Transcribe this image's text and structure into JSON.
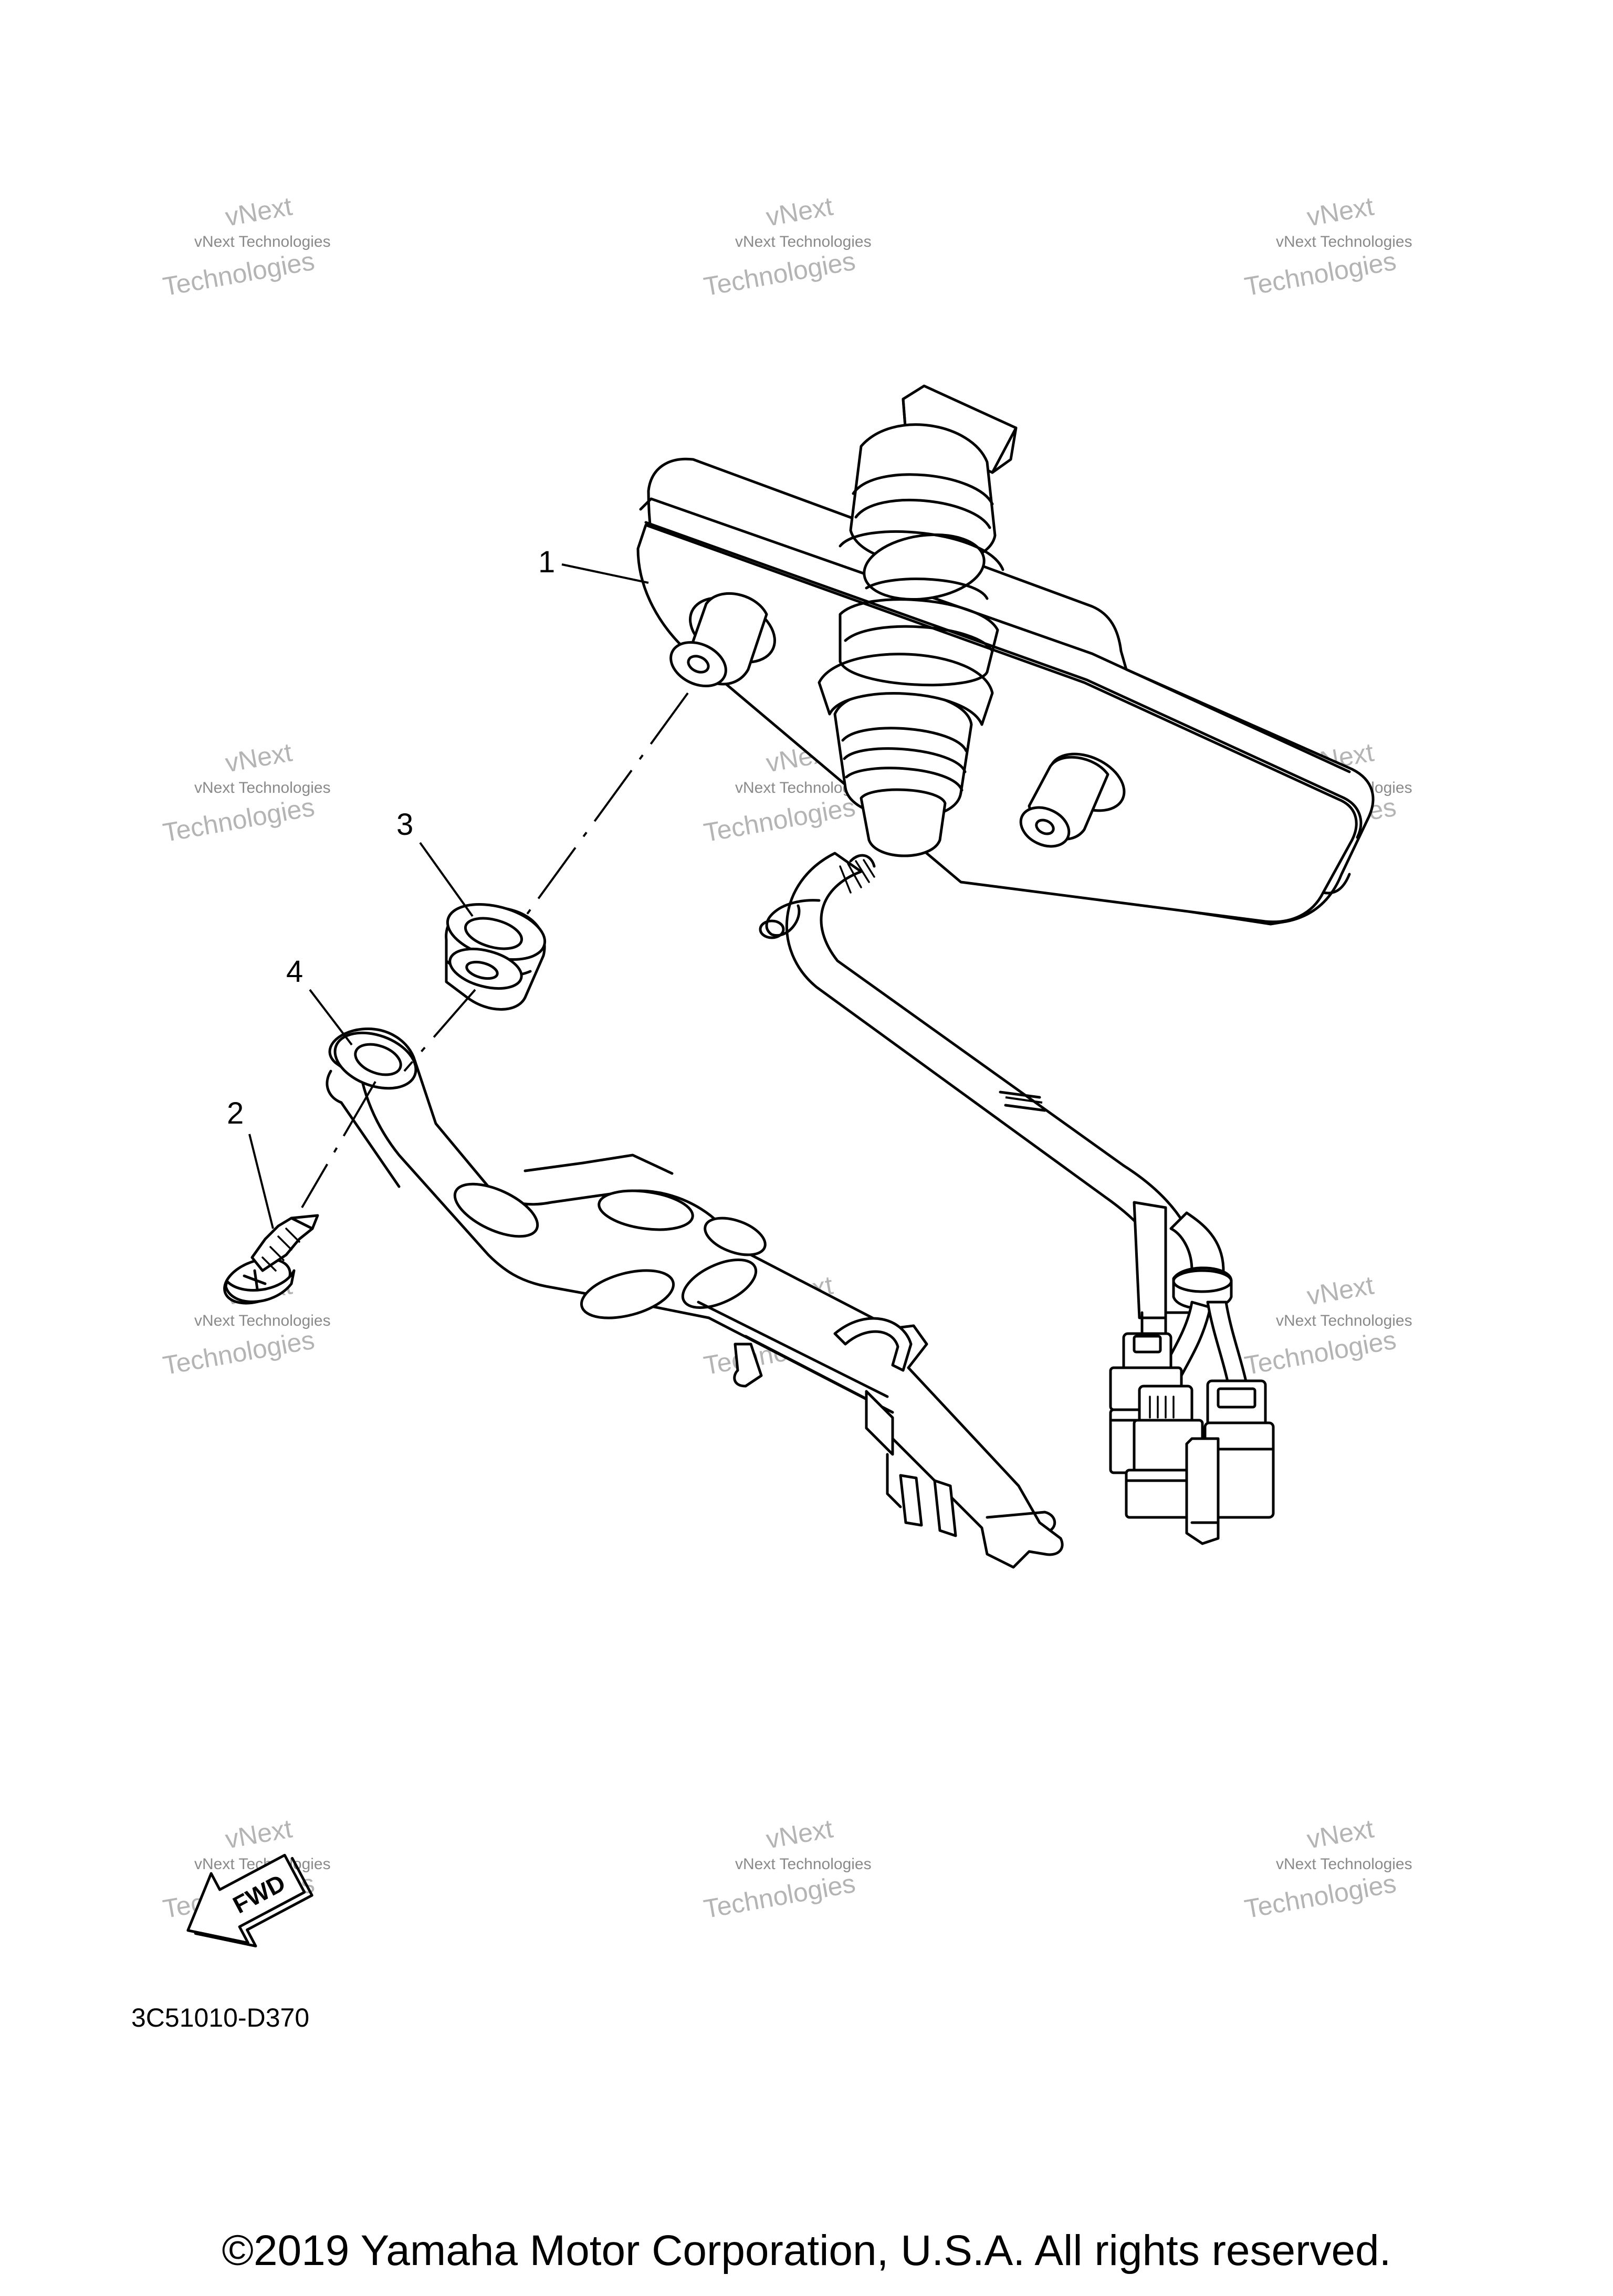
{
  "callouts": {
    "c1": "1",
    "c2": "2",
    "c3": "3",
    "c4": "4"
  },
  "fwd_label": "FWD",
  "part_code": "3C51010-D370",
  "watermark": {
    "line1": "vNext",
    "line2": "vNext Technologies",
    "line3": "Technologies"
  },
  "copyright": "©2019 Yamaha Motor Corporation, U.S.A. All rights reserved."
}
